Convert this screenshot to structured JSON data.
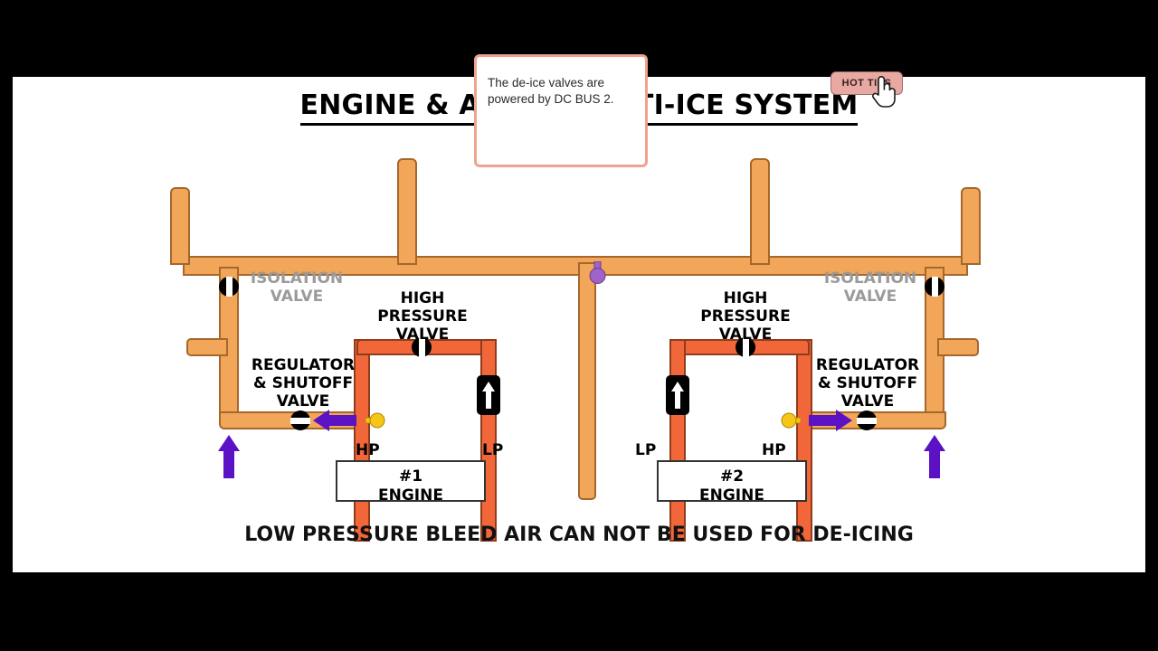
{
  "slide": {
    "title": "ENGINE & AIRFOIL ANTI-ICE SYSTEM",
    "caption": "LOW PRESSURE BLEED AIR CAN NOT BE USED FOR DE-ICING"
  },
  "tooltip": {
    "text": "The de-ice valves are powered by DC BUS 2."
  },
  "hot_tips": {
    "label": "HOT TIPS"
  },
  "labels": {
    "isolation_valve_left": "ISOLATION\nVALVE",
    "isolation_valve_right": "ISOLATION\nVALVE",
    "high_pressure_valve_left": "HIGH\nPRESSURE\nVALVE",
    "high_pressure_valve_right": "HIGH\nPRESSURE\nVALVE",
    "regulator_shutoff_left": "REGULATOR\n& SHUTOFF\nVALVE",
    "regulator_shutoff_right": "REGULATOR\n& SHUTOFF\nVALVE",
    "port_hp_left": "HP",
    "port_lp_left": "LP",
    "port_lp_right": "LP",
    "port_hp_right": "HP"
  },
  "engines": {
    "left": "#1\nENGINE",
    "right": "#2\nENGINE"
  },
  "colors": {
    "duct_low_pressure": "#F2A65A",
    "duct_high_pressure": "#F2673A",
    "duct_outline": "#A5672A",
    "flow_arrow": "#5B12C4",
    "sensor_hp": "#F5C518",
    "sensor_center": "#A063C9",
    "isolation_label": "#9A9A9A",
    "hot_tips_bg": "#E8A9A3",
    "tooltip_border": "#F0A28E",
    "letterbox": "#000000",
    "canvas": "#FFFFFF"
  }
}
